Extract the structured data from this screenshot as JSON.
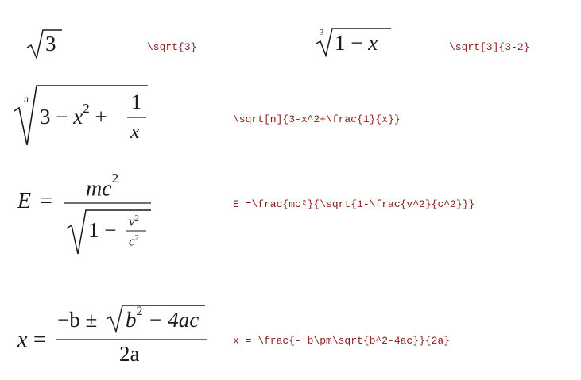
{
  "formulas": [
    {
      "id": "sqrt3",
      "math": {
        "radicand": "3"
      },
      "code": "\\sqrt{3}"
    },
    {
      "id": "cbrt",
      "math": {
        "index": "3",
        "radicand_a": "1 − ",
        "radicand_b": "x"
      },
      "code": "\\sqrt[3]{3-2}"
    },
    {
      "id": "nthroot",
      "math": {
        "index": "n",
        "a": "3 − ",
        "b": "x",
        "sup": "2",
        "c": " + ",
        "num": "1",
        "den": "x"
      },
      "code": "\\sqrt[n]{3-x^2+\\frac{1}{x}}"
    },
    {
      "id": "energy",
      "math": {
        "lhs": "E",
        "eq": "=",
        "num_a": "mc",
        "num_sup": "2",
        "one_minus": "1 −",
        "v": "v",
        "v_sup": "2",
        "c": "c",
        "c_sup": "2"
      },
      "code": "E =\\frac{mc²}{\\sqrt{1-\\frac{v^2}{c^2}}}"
    },
    {
      "id": "quadratic",
      "math": {
        "lhs": "x",
        "eq": "=",
        "neg_b": "−b ± ",
        "b": "b",
        "b_sup": "2",
        "rest": " − 4ac",
        "den": "2a"
      },
      "code": "x = \\frac{- b\\pm\\sqrt{b^2-4ac}}{2a}"
    }
  ]
}
